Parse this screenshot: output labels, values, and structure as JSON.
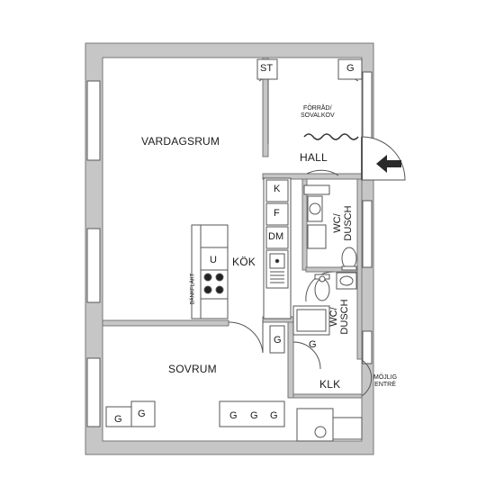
{
  "rooms": {
    "vardagsrum": "VARDAGSRUM",
    "hall": "HALL",
    "kok": "KÖK",
    "sovrum": "SOVRUM",
    "klk": "KLK",
    "wc_dusch_1": [
      "WC/",
      "DUSCH"
    ],
    "wc_dusch_2": [
      "WC/",
      "DUSCH"
    ],
    "forrad": [
      "FÖRRÅD/",
      "SOVALKOV"
    ],
    "mojlig_entre": [
      "MÖJLIG",
      "ENTRÉ"
    ]
  },
  "fixtures": {
    "st": "ST",
    "g": "G",
    "k": "K",
    "f": "F",
    "dm": "DM",
    "u": "U",
    "bankflakt": "BÄNKFLÄKT"
  },
  "colors": {
    "wall": "#c6c6c6",
    "wall_stroke": "#777777",
    "line": "#555555"
  }
}
